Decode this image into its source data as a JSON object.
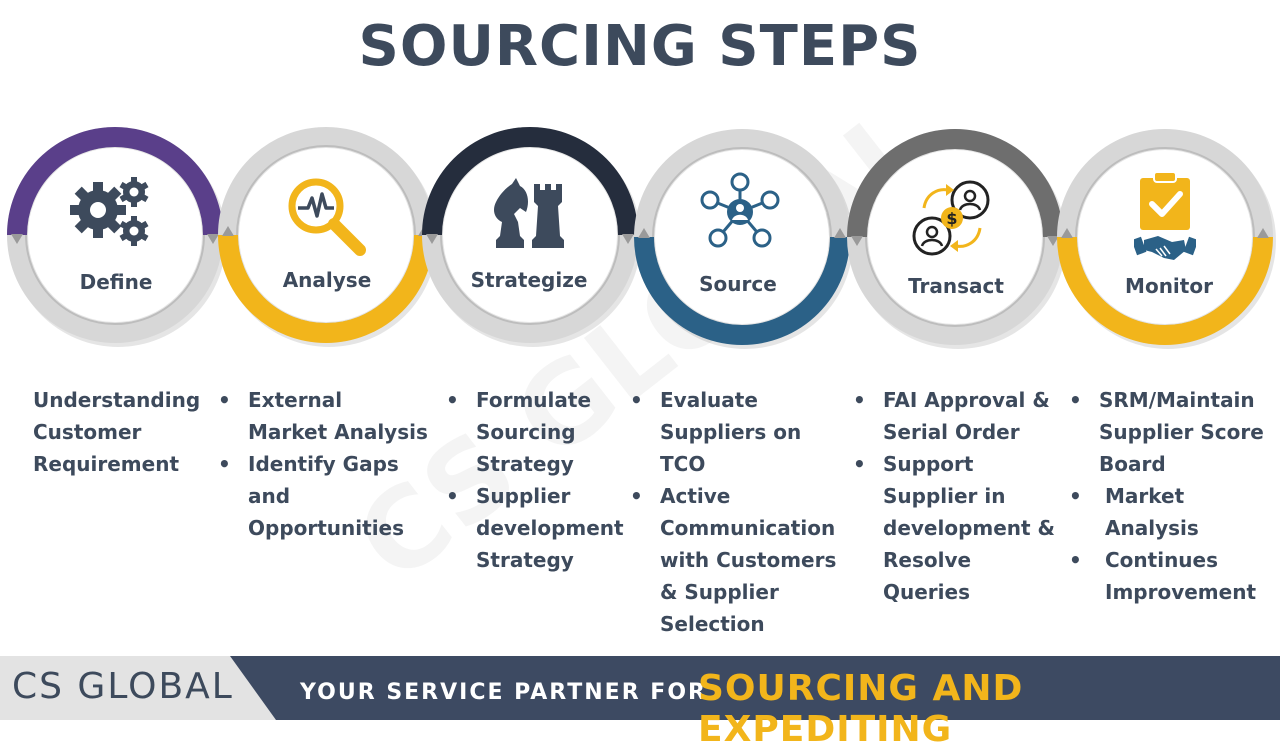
{
  "title": "SOURCING STEPS",
  "watermark": "CS GLOBAL",
  "colors": {
    "purple": "#5a3f8a",
    "yellow": "#f2b51b",
    "navy": "#252d3d",
    "blue": "#2b6187",
    "gray": "#6e6e6e",
    "text": "#3d4a5c",
    "footer_dark": "#3d4a62"
  },
  "steps": [
    {
      "label": "Define",
      "icon": "gears-icon",
      "accent": "purple",
      "text": [
        "Understanding",
        "Customer",
        "Requirement"
      ],
      "bullets": []
    },
    {
      "label": "Analyse",
      "icon": "magnifier-chart-icon",
      "accent": "yellow",
      "text": [],
      "bullets": [
        "External Market Analysis",
        "Identify Gaps and Opportunities"
      ]
    },
    {
      "label": "Strategize",
      "icon": "chess-icon",
      "accent": "navy",
      "text": [],
      "bullets": [
        "Formulate Sourcing Strategy",
        "Supplier development Strategy"
      ]
    },
    {
      "label": "Source",
      "icon": "network-icon",
      "accent": "blue",
      "text": [],
      "bullets": [
        "Evaluate Suppliers on TCO",
        "Active Communication with Customers & Supplier Selection"
      ]
    },
    {
      "label": "Transact",
      "icon": "exchange-icon",
      "accent": "gray",
      "text": [],
      "bullets": [
        "FAI Approval & Serial Order",
        "Support Supplier in development & Resolve Queries"
      ]
    },
    {
      "label": "Monitor",
      "icon": "clipboard-handshake-icon",
      "accent": "yellow",
      "text": [],
      "bullets": [
        "SRM/Maintain Supplier Score Board",
        "Market Analysis",
        "Continues Improvement"
      ]
    }
  ],
  "footer": {
    "brand": "CS GLOBAL",
    "tagline": "YOUR SERVICE PARTNER FOR",
    "highlight": "SOURCING AND EXPEDITING"
  }
}
